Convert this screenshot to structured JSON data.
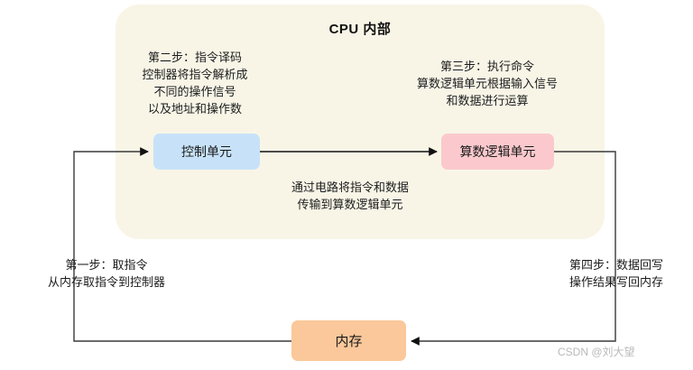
{
  "diagram": {
    "title": "CPU 内部",
    "panel_color": "#f8f5e7",
    "watermark": "CSDN @刘大望"
  },
  "units": [
    {
      "id": "control-unit",
      "label": "控制单元",
      "color": "#c7e2f8"
    },
    {
      "id": "alu",
      "label": "算数逻辑单元",
      "color": "#fbc9cd"
    },
    {
      "id": "memory",
      "label": "内存",
      "color": "#fac89a"
    }
  ],
  "notes": {
    "step2": {
      "lines": [
        "第二步：指令译码",
        "控制器将指令解析成",
        "不同的操作信号",
        "以及地址和操作数"
      ]
    },
    "step3": {
      "lines": [
        "第三步：执行命令",
        "算数逻辑单元根据输入信号",
        "和数据进行运算"
      ]
    },
    "bus": {
      "lines": [
        "通过电路将指令和数据",
        "传输到算数逻辑单元"
      ]
    },
    "step1": {
      "lines": [
        "第一步：取指令",
        "从内存取指令到控制器"
      ]
    },
    "step4": {
      "lines": [
        "第四步：数据回写",
        "操作结果写回内存"
      ]
    }
  },
  "connections": [
    {
      "id": "memory-to-control",
      "from": "内存",
      "to": "控制单元",
      "label": "第一步：取指令"
    },
    {
      "id": "control-to-alu",
      "from": "控制单元",
      "to": "算数逻辑单元",
      "label": "通过电路将指令和数据传输到算数逻辑单元"
    },
    {
      "id": "alu-to-memory",
      "from": "算数逻辑单元",
      "to": "内存",
      "label": "第四步：数据回写"
    }
  ]
}
